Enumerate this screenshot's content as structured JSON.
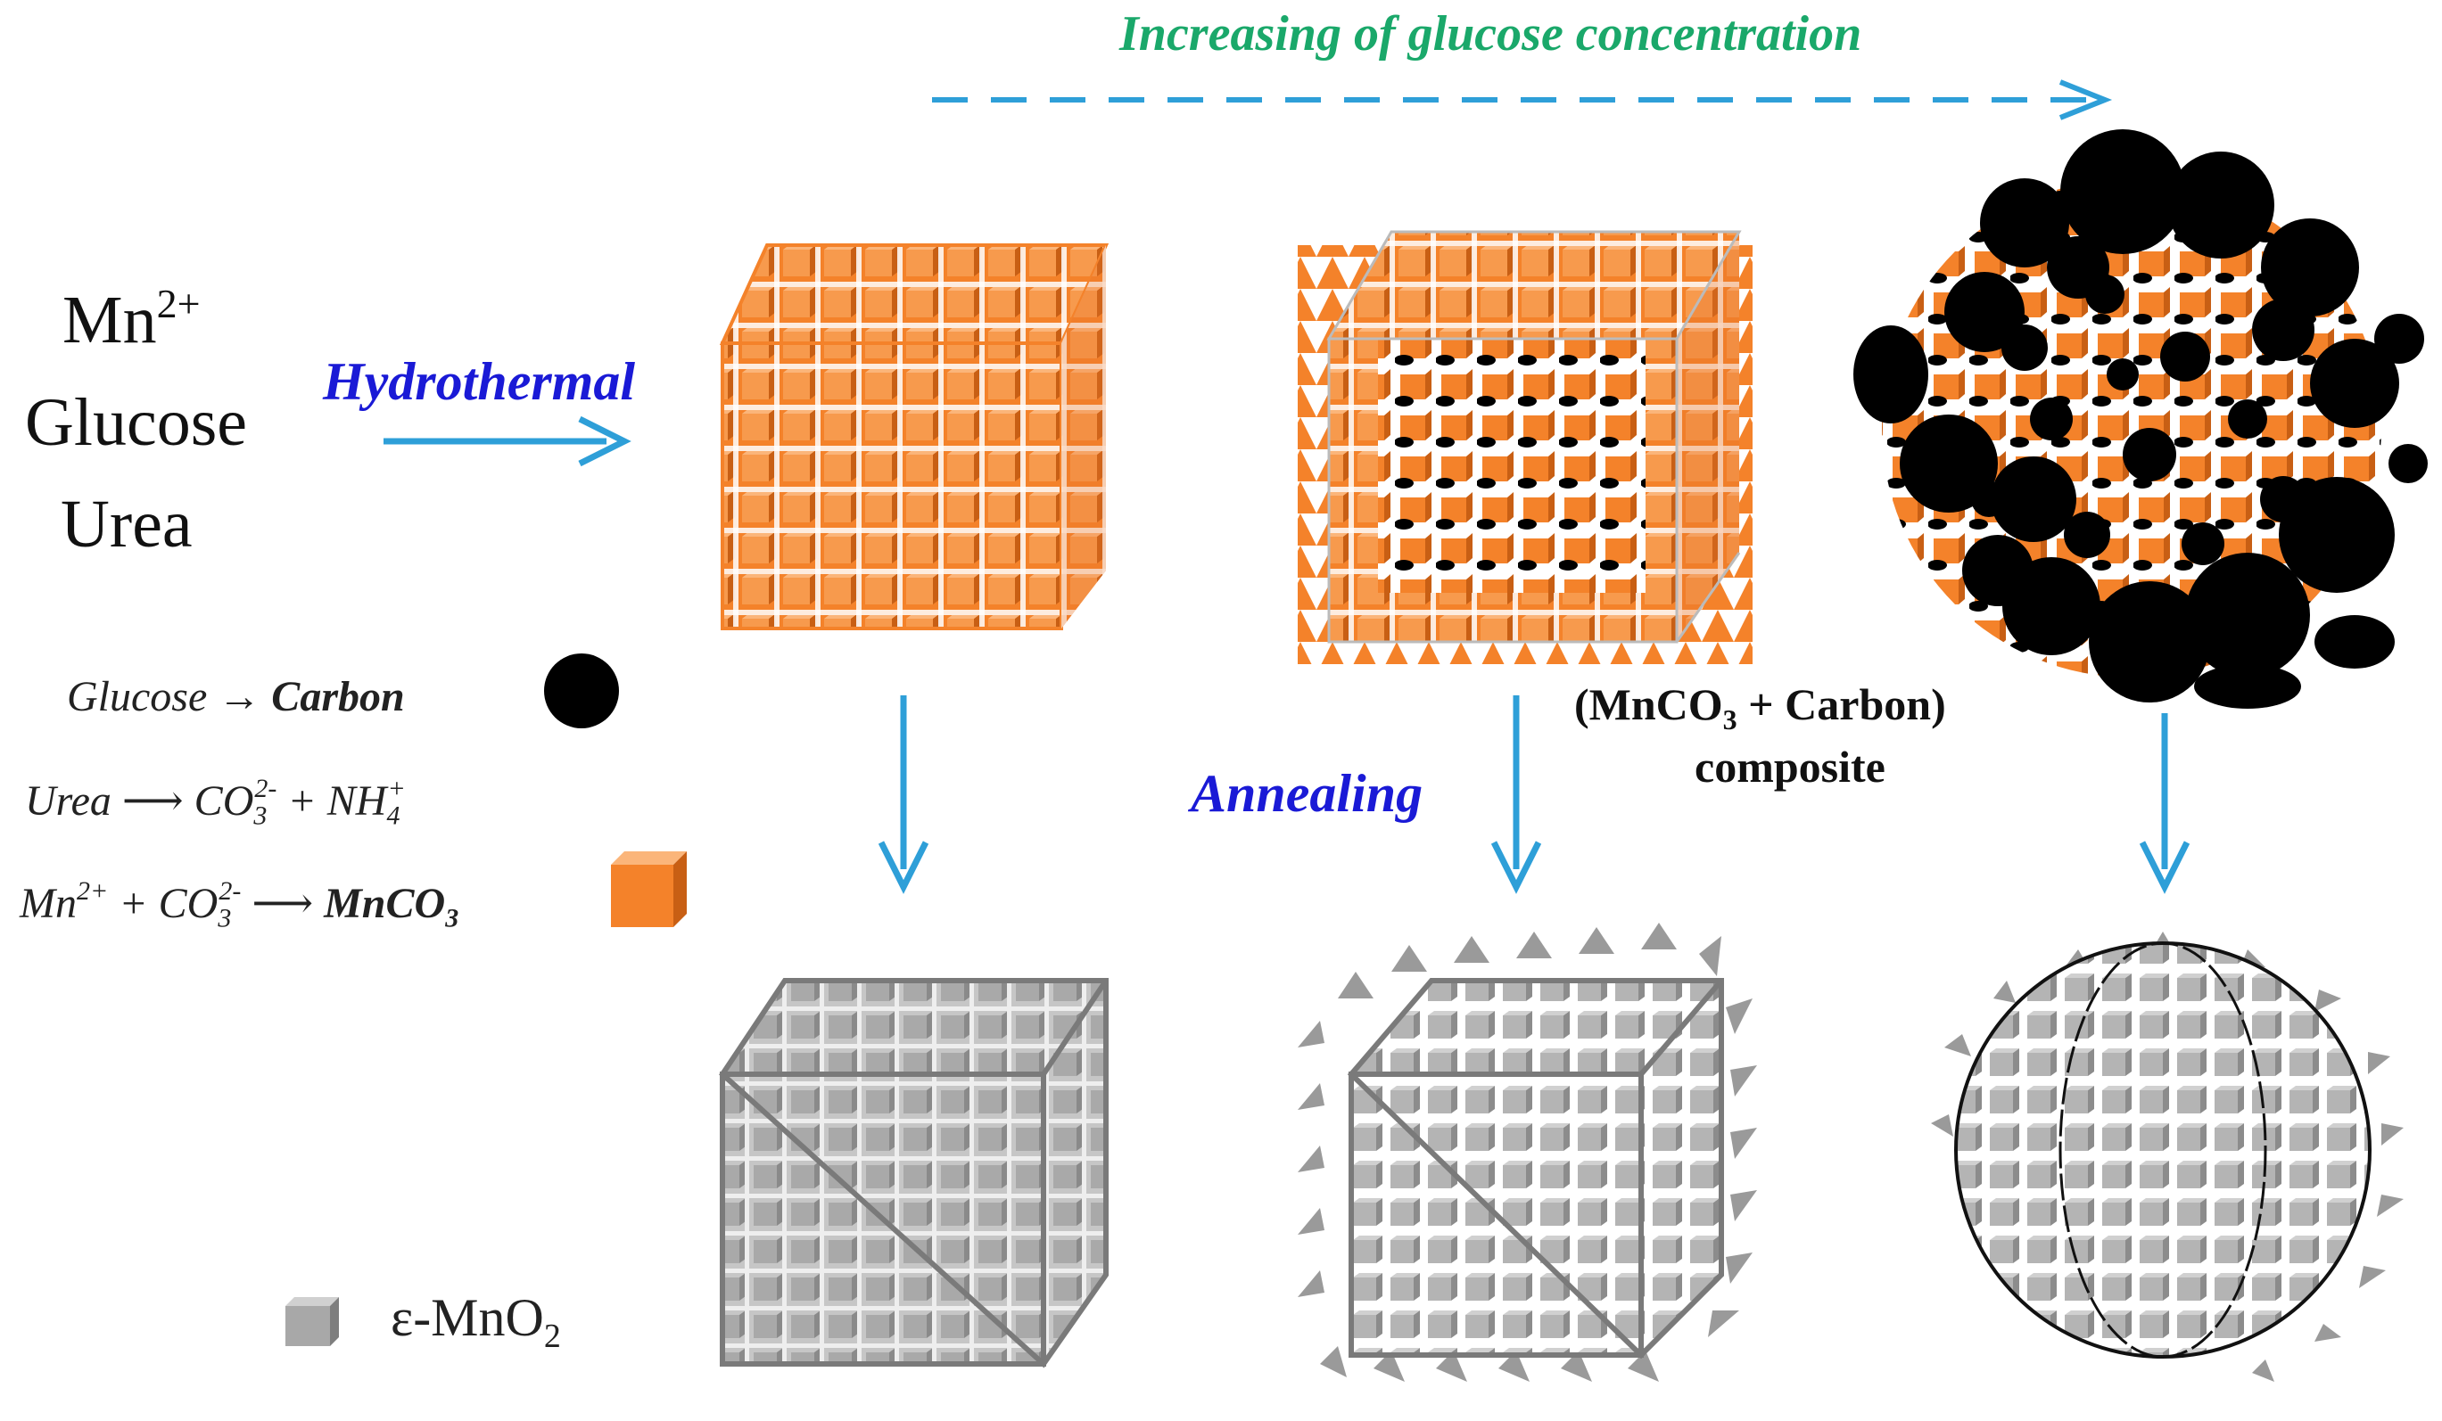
{
  "title_arrow": {
    "label": "Increasing of glucose concentration",
    "color": "#1aa86a"
  },
  "reactants": [
    "Mn",
    "Glucose",
    "Urea"
  ],
  "reactant_charge": "2+",
  "steps": {
    "hydrothermal": "Hydrothermal",
    "annealing": "Annealing",
    "step_color": "#1a1ad6",
    "arrow_color": "#2e9fd8"
  },
  "equations": {
    "glucose_lhs": "Glucose → ",
    "glucose_rhs": "Carbon",
    "urea_lhs": "Urea ⟶ CO",
    "urea_sub3": "3",
    "urea_sup2": "2-",
    "urea_mid": " + NH",
    "urea_sub4": "4",
    "urea_sup_plus": "+",
    "mn_lhs": "Mn",
    "mn_sup": "2+",
    "mn_mid": " + CO",
    "mn_sub3": "3",
    "mn_sup2": "2-",
    "mn_arrow": " ⟶ ",
    "mn_rhs": "MnCO",
    "mn_rhs_sub": "3"
  },
  "composite": {
    "line1_a": "(MnCO",
    "line1_sub": "3",
    "line1_b": " + Carbon)",
    "line2": "composite"
  },
  "legend": {
    "mno2_prefix": "ε-MnO",
    "mno2_sub": "2"
  },
  "colors": {
    "orange": "#f4822a",
    "orange_dark": "#c85f14",
    "carbon": "#000000",
    "mno2": "#a8a8a8",
    "mno2_dark": "#6f6f6f",
    "frame": "#7a7a7a"
  }
}
